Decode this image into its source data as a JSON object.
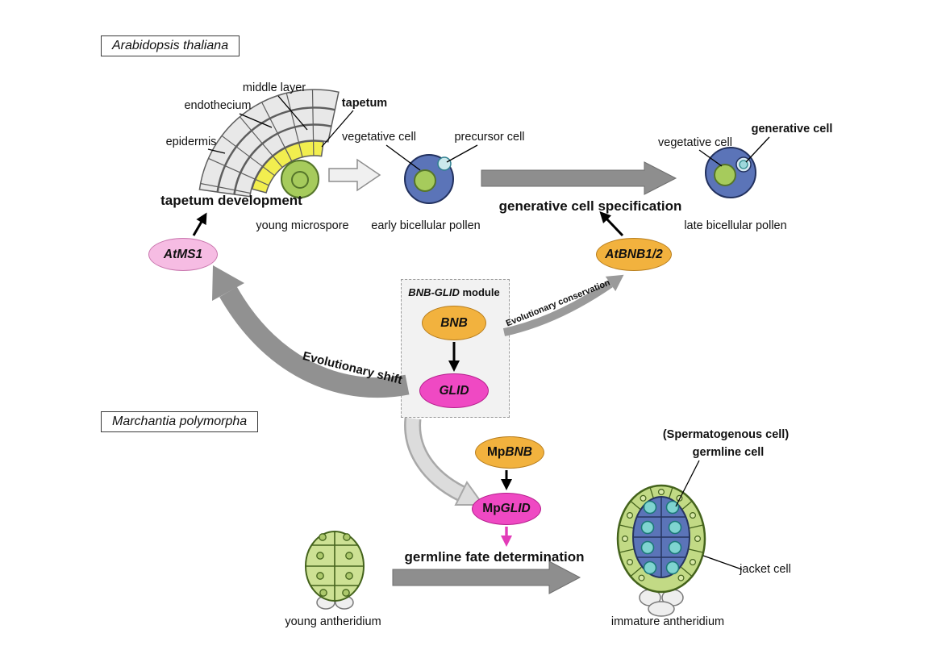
{
  "colors": {
    "orange": "#F2B23E",
    "magenta": "#EF49C3",
    "pink": "#F6BCE3",
    "pollen_blue": "#5B74B8",
    "cell_green": "#A6CB5C",
    "tapetum_yellow": "#F2EE4F",
    "teal": "#8FD6D2",
    "arrow_gray": "#8E8E8E"
  },
  "arabidopsis": {
    "species": "Arabidopsis thaliana",
    "anther": {
      "middle_layer": "middle layer",
      "endothecium": "endothecium",
      "epidermis": "epidermis",
      "tapetum": "tapetum"
    },
    "process_tapetum": "tapetum development",
    "young_microspore": "young microspore",
    "early_pollen": {
      "vegetative": "vegetative cell",
      "precursor": "precursor cell",
      "stage": "early bicellular pollen"
    },
    "process_generative": "generative cell specification",
    "late_pollen": {
      "vegetative": "vegetative cell",
      "generative": "generative cell",
      "stage": "late bicellular pollen"
    },
    "atms1": "AtMS1",
    "atbnb": "AtBNB1/2"
  },
  "module": {
    "title_gene": "BNB-GLID",
    "title_rest": " module",
    "bnb": "BNB",
    "glid": "GLID"
  },
  "evolution": {
    "shift": "Evolutionary shift",
    "conservation": "Evolutionary conservation"
  },
  "marchantia": {
    "species": "Marchantia polymorpha",
    "mp_prefix": "Mp",
    "bnb": "BNB",
    "glid": "GLID",
    "process": "germline fate determination",
    "young": "young antheridium",
    "immature": "immature antheridium",
    "spermatogenous": "(Spermatogenous cell)",
    "germline": "germline cell",
    "jacket": "jacket cell"
  }
}
